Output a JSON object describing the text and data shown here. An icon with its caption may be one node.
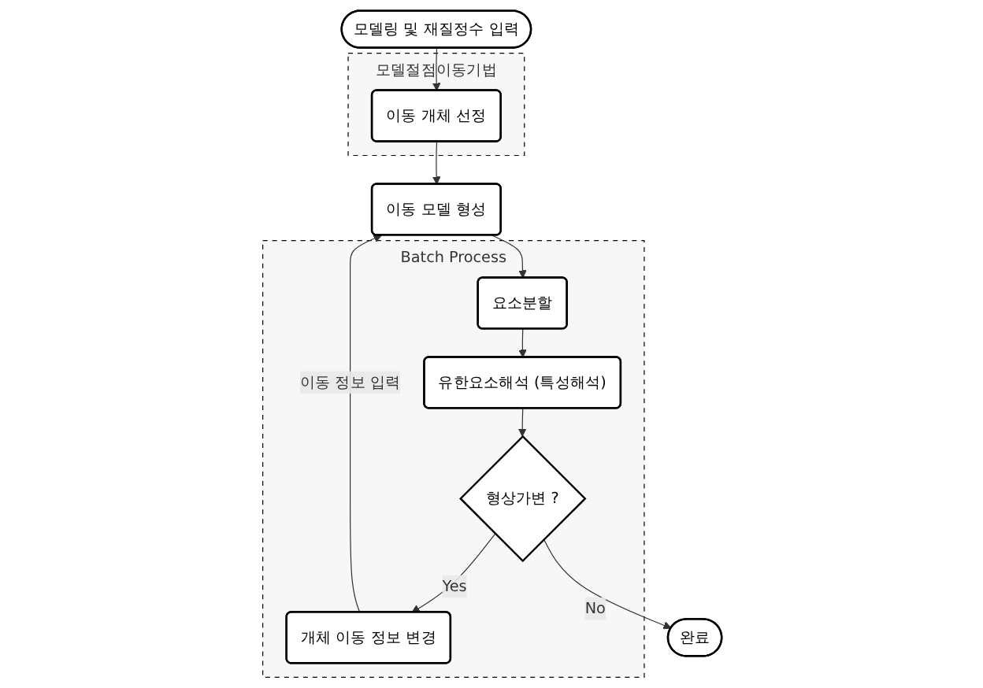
{
  "diagram": {
    "nodes": [
      {
        "text": [
          "모델링 및 재질정수 입력"
        ]
      },
      {
        "text": [
          "모델절점이동기법"
        ]
      },
      {
        "text": [
          "이동 개체 선정"
        ],
        "in": 1
      },
      {
        "text": [
          "Batch Process"
        ]
      },
      {
        "text": [
          "이동 모델 형성"
        ]
      },
      {
        "text": [
          "요소분할"
        ],
        "in": 3
      },
      {
        "text": [
          "유한요소해석 (특성해석)"
        ],
        "in": 3
      },
      {
        "text": [
          "개체 이동 정보 변경"
        ],
        "in": 3
      },
      {
        "text": [
          "형상가변 ?"
        ],
        "in": 3
      },
      {
        "text": [
          "완료"
        ]
      }
    ],
    "edges": [
      {
        "from": 0,
        "to": 2,
        "arrow": "to"
      },
      {
        "from": 2,
        "to": 4,
        "arrow": "to"
      },
      {
        "from": 4,
        "to": 5,
        "arrow": "to"
      },
      {
        "from": 5,
        "to": 6,
        "arrow": "to"
      },
      {
        "from": 6,
        "to": 8,
        "arrow": "to"
      },
      {
        "from": 8,
        "to": 7,
        "arrow": "to",
        "label": "Yes"
      },
      {
        "from": 8,
        "to": 9,
        "arrow": "to",
        "label": "No"
      },
      {
        "from": 7,
        "to": 4,
        "arrow": "to",
        "label": "이동 정보 입력"
      }
    ]
  }
}
